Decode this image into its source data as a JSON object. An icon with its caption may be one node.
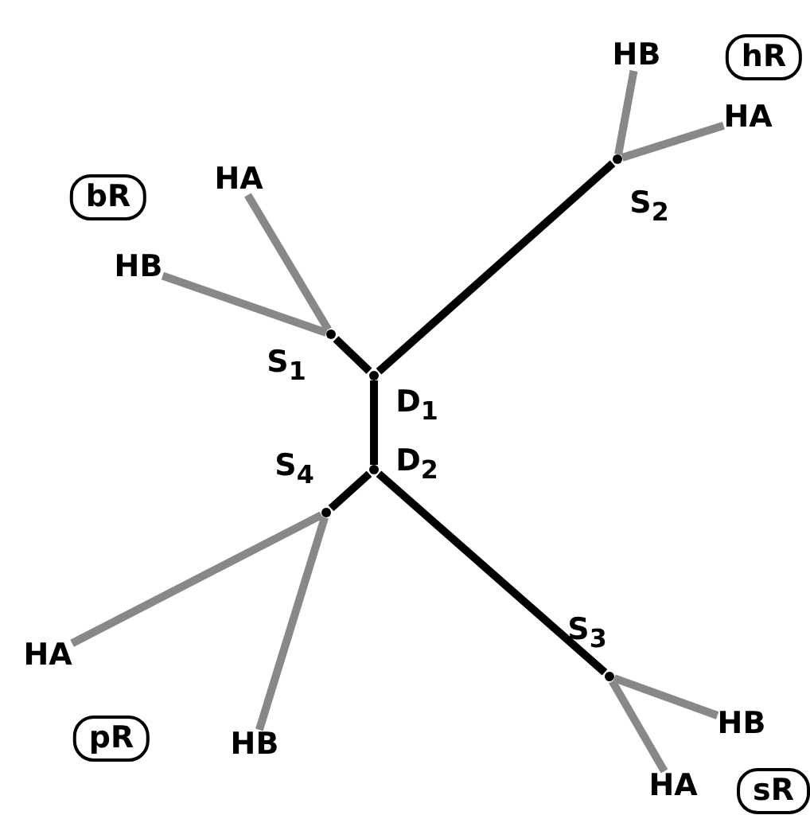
{
  "diagram": {
    "nodes": [
      {
        "text": [
          "hR"
        ]
      },
      {
        "text": [
          "HB"
        ]
      },
      {
        "text": [
          "HA"
        ]
      },
      {
        "text": [
          "bR"
        ]
      },
      {
        "text": [
          "HA"
        ]
      },
      {
        "text": [
          "HB"
        ]
      },
      {
        "text": [],
        "shape": "dot",
        "beside": [
          "S$_{2}$"
        ]
      },
      {
        "text": [],
        "shape": "dot",
        "beside": [
          "S$_{1}$"
        ]
      },
      {
        "text": [],
        "shape": "dot",
        "beside": [
          "D$_{1}$"
        ]
      },
      {
        "text": [],
        "shape": "dot",
        "beside": [
          "D$_{2}$"
        ]
      },
      {
        "text": [],
        "shape": "dot",
        "beside": [
          "S$_{4}$"
        ]
      },
      {
        "text": [],
        "shape": "dot",
        "beside": [
          "S$_{3}$"
        ]
      },
      {
        "text": [
          "HA"
        ]
      },
      {
        "text": [
          "pR"
        ]
      },
      {
        "text": [
          "HB"
        ]
      },
      {
        "text": [
          "HB"
        ]
      },
      {
        "text": [
          "HA"
        ]
      },
      {
        "text": [
          "sR"
        ]
      }
    ],
    "edges": [
      {
        "from": 8,
        "to": 7,
        "arrow": "none",
        "color": "#000000"
      },
      {
        "from": 8,
        "to": 6,
        "arrow": "none",
        "color": "#000000"
      },
      {
        "from": 8,
        "to": 9,
        "arrow": "none",
        "color": "#000000"
      },
      {
        "from": 9,
        "to": 10,
        "arrow": "none",
        "color": "#000000"
      },
      {
        "from": 9,
        "to": 11,
        "arrow": "none",
        "color": "#000000"
      },
      {
        "from": 7,
        "to": 4,
        "arrow": "none"
      },
      {
        "from": 7,
        "to": 5,
        "arrow": "none"
      },
      {
        "from": 6,
        "to": 1,
        "arrow": "none"
      },
      {
        "from": 6,
        "to": 2,
        "arrow": "none"
      },
      {
        "from": 11,
        "to": 15,
        "arrow": "none"
      },
      {
        "from": 11,
        "to": 16,
        "arrow": "none"
      },
      {
        "from": 10,
        "to": 12,
        "arrow": "none"
      },
      {
        "from": 10,
        "to": 14,
        "arrow": "none"
      }
    ]
  }
}
